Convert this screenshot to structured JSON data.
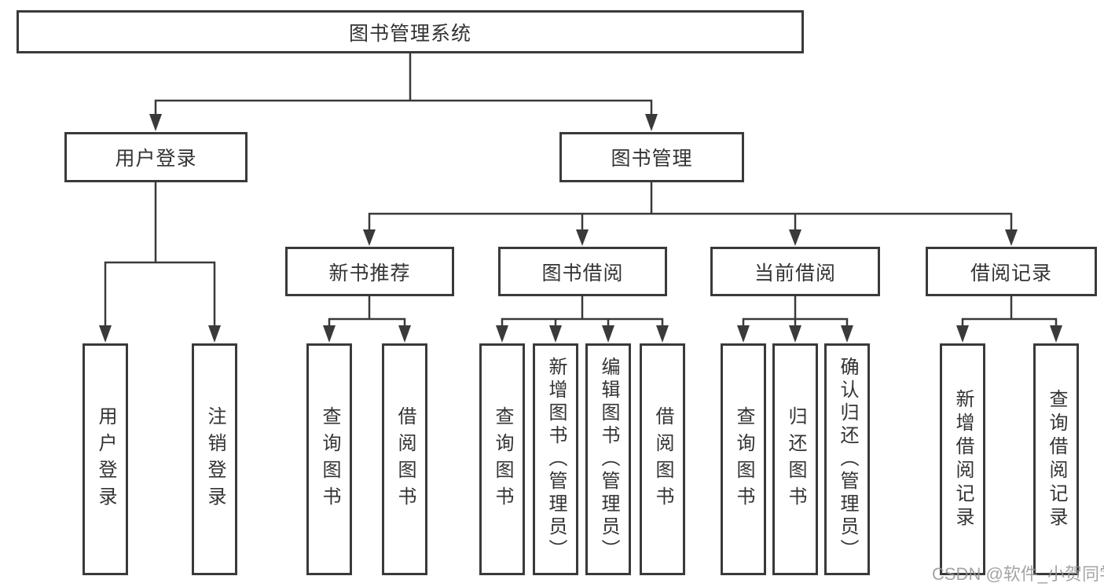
{
  "tree": {
    "root": "图书管理系统",
    "children": [
      {
        "label": "用户登录",
        "children": [
          {
            "label": "用户登录"
          },
          {
            "label": "注销登录"
          }
        ]
      },
      {
        "label": "图书管理",
        "children": [
          {
            "label": "新书推荐",
            "children": [
              {
                "label": "查询图书"
              },
              {
                "label": "借阅图书"
              }
            ]
          },
          {
            "label": "图书借阅",
            "children": [
              {
                "label": "查询图书"
              },
              {
                "label": "新增图书（管理员）"
              },
              {
                "label": "编辑图书（管理员）"
              },
              {
                "label": "借阅图书"
              }
            ]
          },
          {
            "label": "当前借阅",
            "children": [
              {
                "label": "查询图书"
              },
              {
                "label": "归还图书"
              },
              {
                "label": "确认归还（管理员）"
              }
            ]
          },
          {
            "label": "借阅记录",
            "children": [
              {
                "label": "新增借阅记录"
              },
              {
                "label": "查询借阅记录"
              }
            ]
          }
        ]
      }
    ]
  },
  "watermark": "CSDN @软件_小贺同学",
  "colors": {
    "line": "#3a3a3a",
    "box_border": "#3a3a3a",
    "box_fill": "#ffffff",
    "text": "#333333",
    "background": "#ffffff",
    "watermark": "#989898"
  }
}
